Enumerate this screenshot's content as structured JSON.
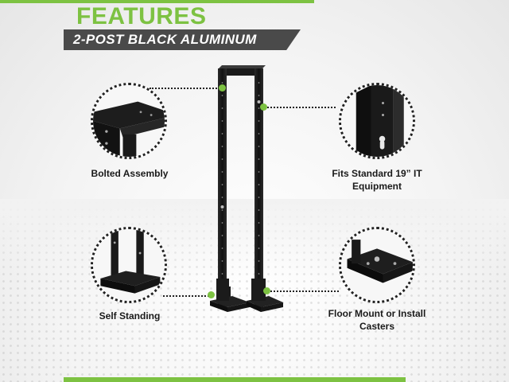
{
  "header": {
    "title": "FEATURES",
    "subtitle": "2-POST BLACK ALUMINUM"
  },
  "callouts": [
    {
      "id": "bolted",
      "label": "Bolted Assembly"
    },
    {
      "id": "fits",
      "label_line1": "Fits Standard 19” IT",
      "label_line2": "Equipment"
    },
    {
      "id": "standing",
      "label": "Self Standing"
    },
    {
      "id": "floor",
      "label_line1": "Floor Mount or Install",
      "label_line2": "Casters"
    }
  ],
  "colors": {
    "accent": "#7dc242",
    "banner": "#4a4a4a",
    "product": "#1c1c1c"
  }
}
